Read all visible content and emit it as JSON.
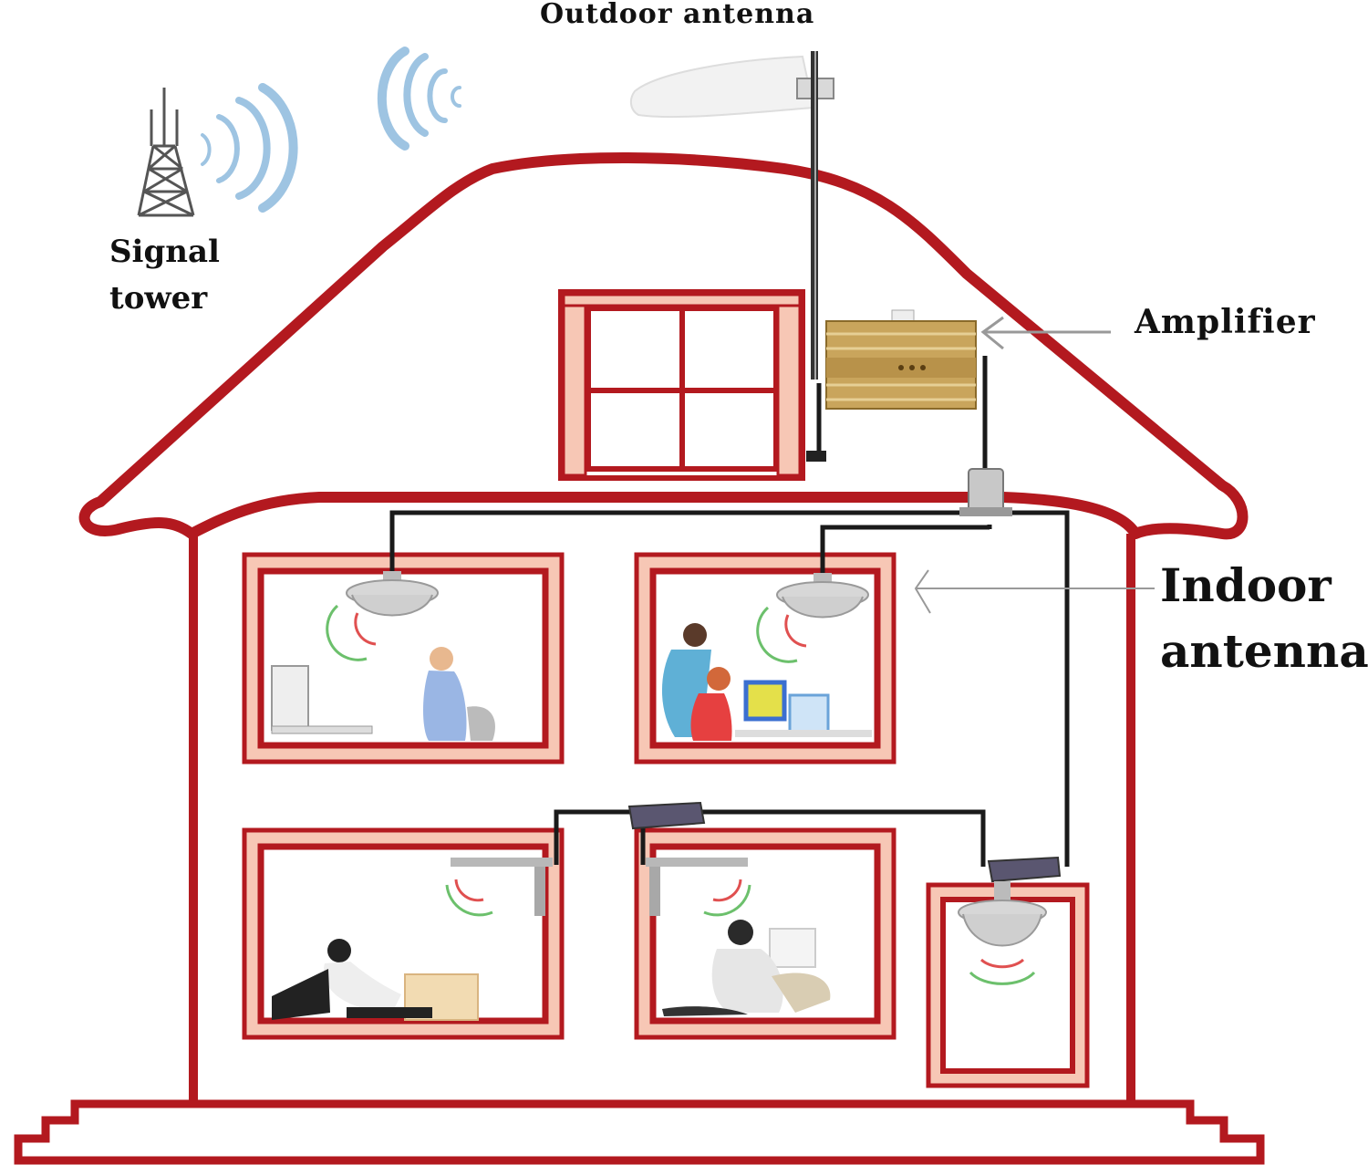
{
  "labels": {
    "outdoor_antenna": "Outdoor antenna",
    "signal_tower_line1": "Signal",
    "signal_tower_line2": "tower",
    "amplifier": "Amplifier",
    "indoor_antenna_line1": "Indoor",
    "indoor_antenna_line2": "antenna"
  },
  "colors": {
    "house_outline": "#b3191f",
    "window_fill": "#f7c7b5",
    "cable": "#1a1a1a",
    "signal_wave": "#9ec4e2",
    "amplifier_body": "#c9a55c",
    "pointer_arrow": "#999999",
    "indoor_signal_red": "#e05050",
    "indoor_signal_green": "#6cc06c"
  },
  "icons": {
    "tower": "signal-tower-icon",
    "outdoor_antenna": "panel-antenna-icon",
    "amplifier": "signal-amplifier-icon",
    "indoor_antenna": "ceiling-antenna-icon",
    "wall_antenna": "wall-antenna-icon",
    "splitter": "splitter-icon"
  }
}
